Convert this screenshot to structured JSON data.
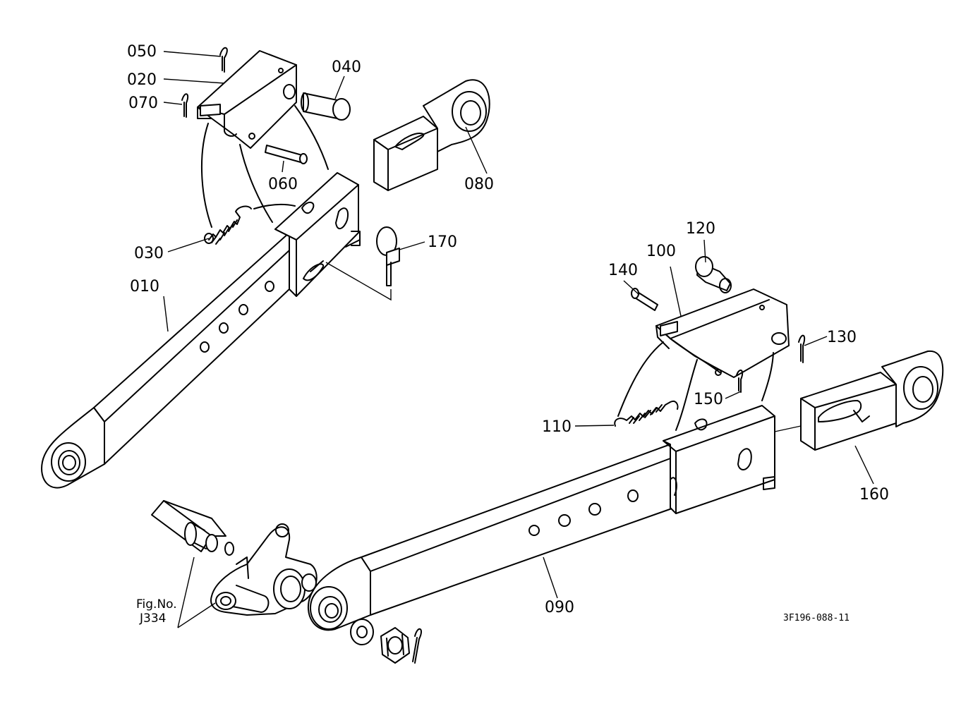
{
  "callouts": {
    "p010": "010",
    "p020": "020",
    "p030": "030",
    "p040": "040",
    "p050": "050",
    "p060": "060",
    "p070": "070",
    "p080": "080",
    "p090": "090",
    "p100": "100",
    "p110": "110",
    "p120": "120",
    "p130": "130",
    "p140": "140",
    "p150": "150",
    "p160": "160",
    "p170": "170"
  },
  "figure_ref": {
    "line1": "Fig.No.",
    "line2": "J334"
  },
  "drawing_number": "3F196-088-11"
}
